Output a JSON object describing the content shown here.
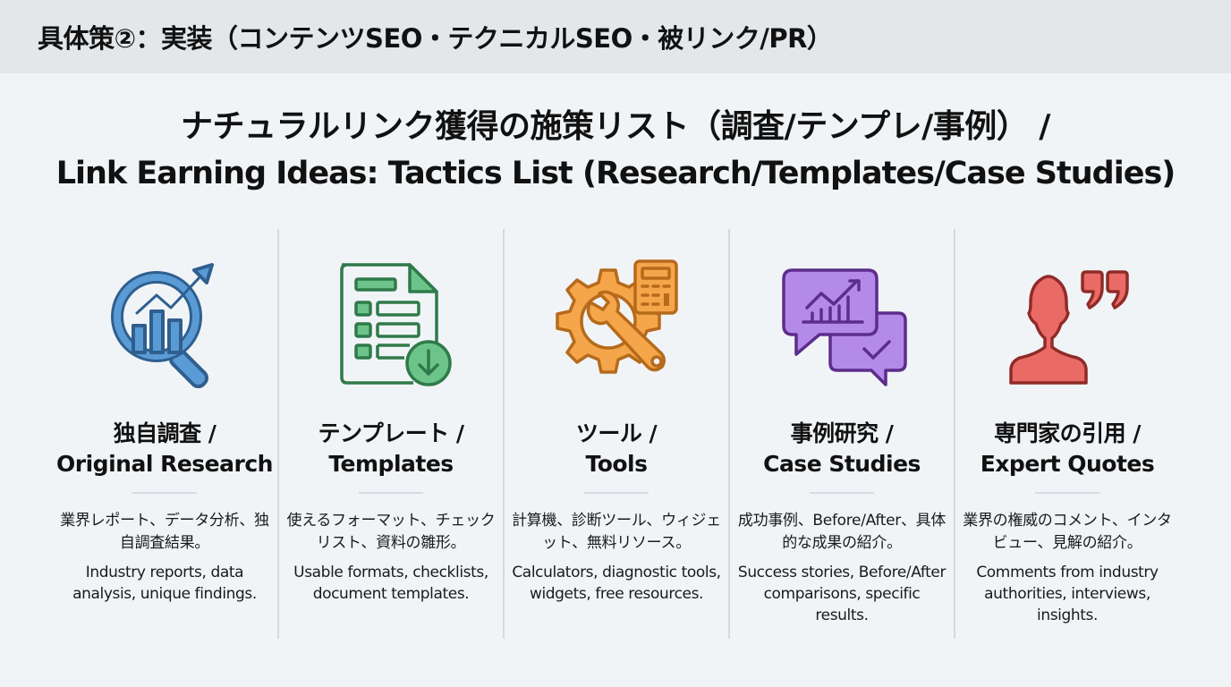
{
  "header": {
    "title": "具体策②：実装（コンテンツSEO・テクニカルSEO・被リンク/PR）"
  },
  "main_title": {
    "jp": "ナチュラルリンク獲得の施策リスト（調査/テンプレ/事例） /",
    "en": "Link Earning Ideas: Tactics List (Research/Templates/Case Studies)"
  },
  "columns": [
    {
      "icon": "magnifier-chart-icon",
      "color": "#5b9bd5",
      "stroke": "#2e5f8f",
      "title_jp": "独自調査 /",
      "title_en": "Original Research",
      "desc_jp": "業界レポート、データ分析、独自調査結果。",
      "desc_en": "Industry reports, data analysis, unique findings."
    },
    {
      "icon": "document-download-icon",
      "color": "#6dc48a",
      "stroke": "#2f7a4a",
      "title_jp": "テンプレート /",
      "title_en": "Templates",
      "desc_jp": "使えるフォーマット、チェックリスト、資料の雛形。",
      "desc_en": "Usable formats, checklists, document templates."
    },
    {
      "icon": "gear-wrench-calculator-icon",
      "color": "#f5a64a",
      "stroke": "#b66a1b",
      "title_jp": "ツール /",
      "title_en": "Tools",
      "desc_jp": "計算機、診断ツール、ウィジェット、無料リソース。",
      "desc_en": "Calculators, diagnostic tools, widgets, free resources."
    },
    {
      "icon": "speech-bubbles-chart-icon",
      "color": "#b48ae8",
      "stroke": "#5d2d8c",
      "title_jp": "事例研究 /",
      "title_en": "Case Studies",
      "desc_jp": "成功事例、Before/After、具体的な成果の紹介。",
      "desc_en": "Success stories, Before/After comparisons, specific results."
    },
    {
      "icon": "person-quote-icon",
      "color": "#ea6b66",
      "stroke": "#8f2b28",
      "title_jp": "専門家の引用 /",
      "title_en": "Expert Quotes",
      "desc_jp": "業界の権威のコメント、インタビュー、見解の紹介。",
      "desc_en": "Comments from industry authorities, interviews, insights."
    }
  ]
}
